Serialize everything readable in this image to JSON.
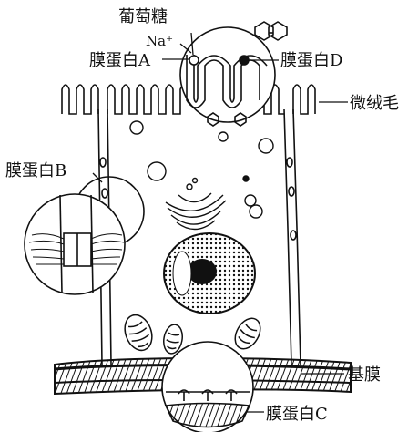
{
  "labels": {
    "glucose": "葡萄糖",
    "sodium": "Na⁺",
    "protein_a": "膜蛋白A",
    "protein_b": "膜蛋白B",
    "protein_c": "膜蛋白C",
    "protein_d": "膜蛋白D",
    "microvilli": "微绒毛",
    "basement_membrane": "基膜"
  },
  "colors": {
    "ink": "#111111",
    "background": "#ffffff"
  }
}
